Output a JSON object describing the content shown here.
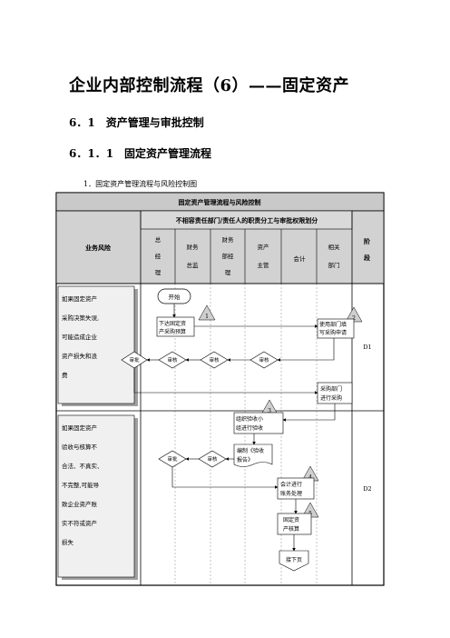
{
  "doc": {
    "title": "企业内部控制流程（6）——固定资产",
    "section": "6．1　资产管理与审批控制",
    "subsection": "6．1．1　固定资产管理流程",
    "caption": "1．固定资产管理流程与风险控制图"
  },
  "table": {
    "header_title": "固定资产管理流程与风险控制",
    "sub_header": "不相容责任部门/责任人的职责分工与审批权限划分",
    "risk_col": "业务风险",
    "stage_col": "阶段",
    "columns": [
      "总经理",
      "财务总监",
      "财务部经理",
      "资产主管",
      "会计",
      "相关部门"
    ],
    "rows": [
      {
        "risk": [
          "如果固定资产",
          "采购决策失误,",
          "可能造成企业",
          "资产损失和浪",
          "费"
        ],
        "stage": "D1"
      },
      {
        "risk": [
          "如果固定资产",
          "验收与核算不",
          "合法、不真实、",
          "不完整,可能导",
          "致企业资产账",
          "实不符或资产",
          "损失"
        ],
        "stage": "D2"
      }
    ]
  },
  "flow": {
    "start": "开始",
    "issue_budget": [
      "下达固定资",
      "产采购预算"
    ],
    "dept_request": [
      "使用部门填",
      "写采购申请"
    ],
    "approve": "审批",
    "review": "审核",
    "purchase": [
      "采购部门",
      "进行采购"
    ],
    "acceptance": [
      "组织验收小",
      "组进行验收"
    ],
    "report": [
      "编制《验收",
      "报告》"
    ],
    "accounting": [
      "会计进行",
      "账务处理"
    ],
    "asset_check": [
      "固定资",
      "产核算"
    ],
    "next_page": "接下页",
    "steps": [
      "1",
      "2",
      "3",
      "4",
      "5"
    ]
  }
}
